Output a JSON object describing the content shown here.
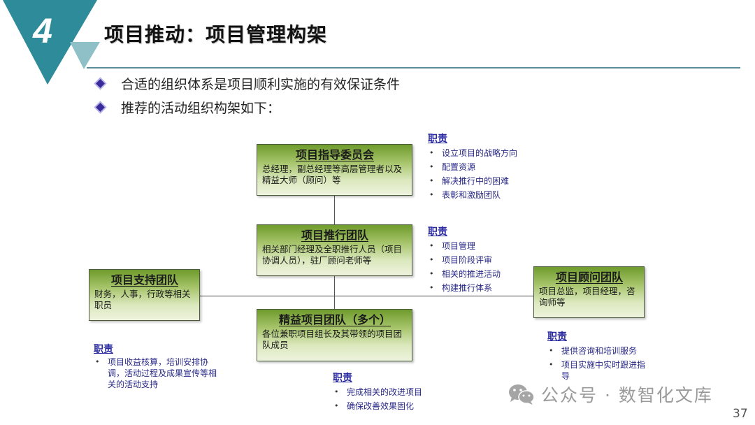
{
  "slide": {
    "section_number": "4",
    "title": "项目推动：项目管理构架",
    "accent_color": "#2e8b99",
    "accent_light_color": "#8fc0c8",
    "intro": [
      "合适的组织体系是项目顺利实施的有效保证条件",
      "推荐的活动组织构架如下："
    ],
    "page_number": "37"
  },
  "org_chart": {
    "steering_committee": {
      "title": "项目指导委员会",
      "desc": "总经理，副总经理等高层管理者以及精益大师（顾问）等",
      "duty_heading": "职责",
      "duties": [
        "设立项目的战略方向",
        "配置资源",
        "解决推行中的困难",
        "表彰和激励团队"
      ]
    },
    "promotion_team": {
      "title": "项目推行团队",
      "desc": "相关部门经理及全职推行人员（项目协调人员），驻厂顾问老师等",
      "duty_heading": "职责",
      "duties": [
        "项目管理",
        "项目阶段评审",
        "相关的推进活动",
        "构建推行体系"
      ]
    },
    "support_team": {
      "title": "项目支持团队",
      "desc": "财务，人事，行政等相关职员",
      "duty_heading": "职责",
      "duties": [
        "项目收益核算，培训安排协调，活动过程及成果宣传等相关的活动支持"
      ]
    },
    "consultant_team": {
      "title": "项目顾问团队",
      "desc": "项目总监，项目经理，咨询师等",
      "duty_heading": "职责",
      "duties": [
        "提供咨询和培训服务",
        "项目实施中实时跟进指导"
      ]
    },
    "lean_team": {
      "title": "精益项目团队（多个）",
      "desc": "各位兼职项目组长及其带领的项目团队成员",
      "duty_heading": "职责",
      "duties": [
        "完成相关的改进项目",
        "确保改善效果固化"
      ]
    }
  },
  "watermark": {
    "icon": "wechat-icon",
    "text": "公众号 · 数智化文库"
  }
}
